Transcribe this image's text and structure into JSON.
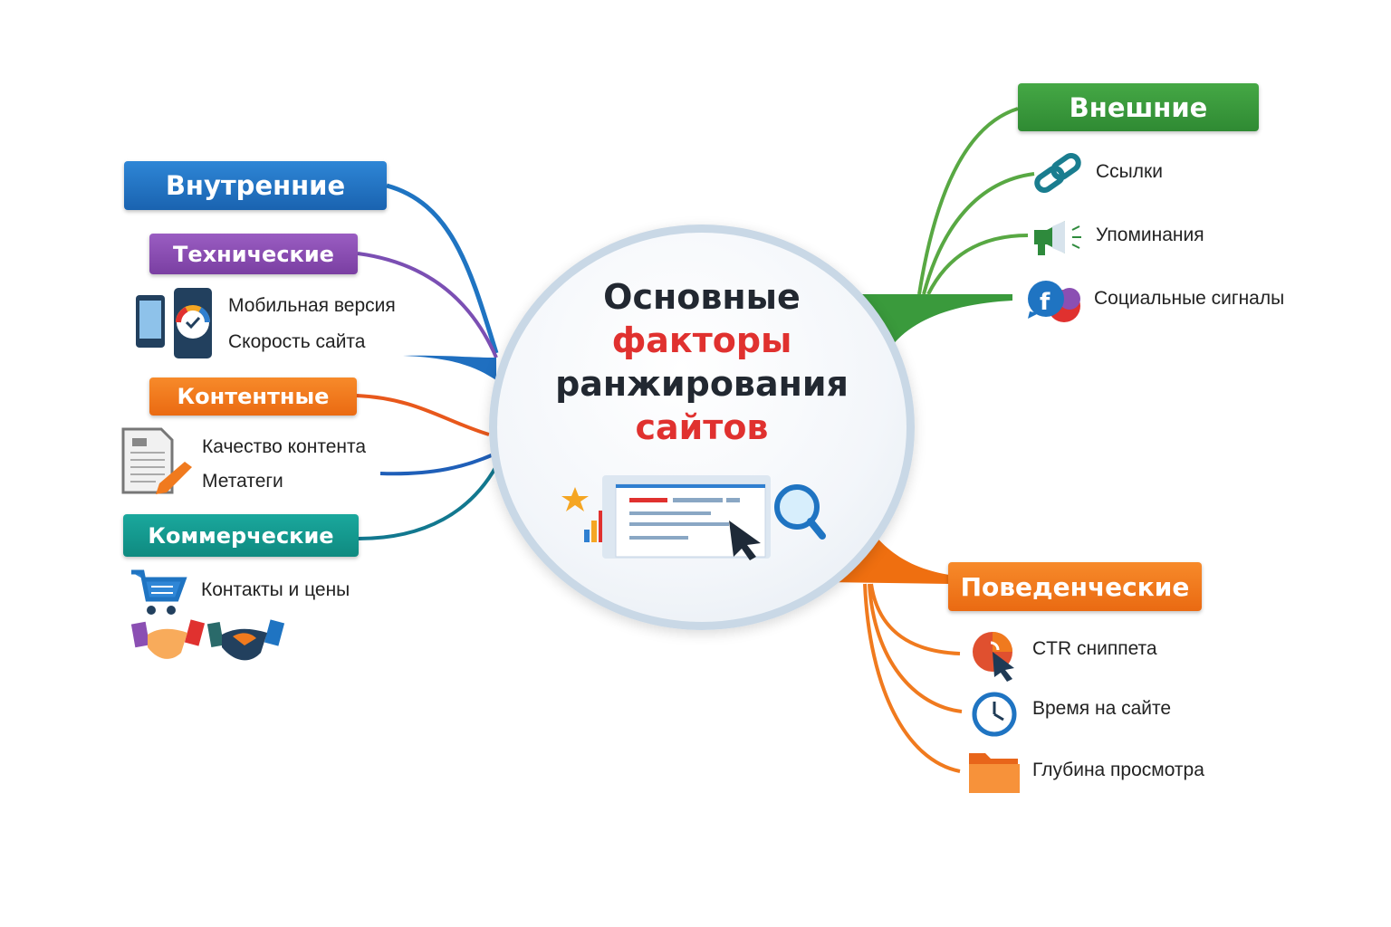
{
  "center": {
    "title_lines": [
      "Основные",
      "факторы",
      "ранжирования",
      "сайтов"
    ],
    "colors": {
      "dark": "#222831",
      "accent": "#e0312f"
    }
  },
  "left": {
    "internal": {
      "label": "Внутренние",
      "color": "#1f74c2"
    },
    "technical": {
      "label": "Технические",
      "color": "#8b4fb3",
      "items": [
        "Мобильная версия",
        "Скорость сайта"
      ]
    },
    "content": {
      "label": "Контентные",
      "color": "#f0781c",
      "items": [
        "Качество контента",
        "Метатеги"
      ]
    },
    "commercial": {
      "label": "Коммерческие",
      "color": "#12998f",
      "items": [
        "Контакты и цены"
      ]
    }
  },
  "right": {
    "external": {
      "label": "Внешние",
      "color": "#3a9a3c",
      "items": [
        "Ссылки",
        "Упоминания",
        "Социальные сигналы"
      ]
    },
    "behavioral": {
      "label": "Поведенческие",
      "color": "#f0781c",
      "items": [
        "CTR сниппета",
        "Время на сайте",
        "Глубина просмотра"
      ]
    }
  },
  "icons": [
    "phone-icon",
    "speed-gauge-icon",
    "document-edit-icon",
    "shopping-cart-icon",
    "handshake-icon",
    "link-icon",
    "megaphone-icon",
    "social-icon",
    "ctr-click-icon",
    "clock-icon",
    "folder-icon",
    "search-results-icon",
    "magnifier-icon",
    "star-chart-icon"
  ]
}
